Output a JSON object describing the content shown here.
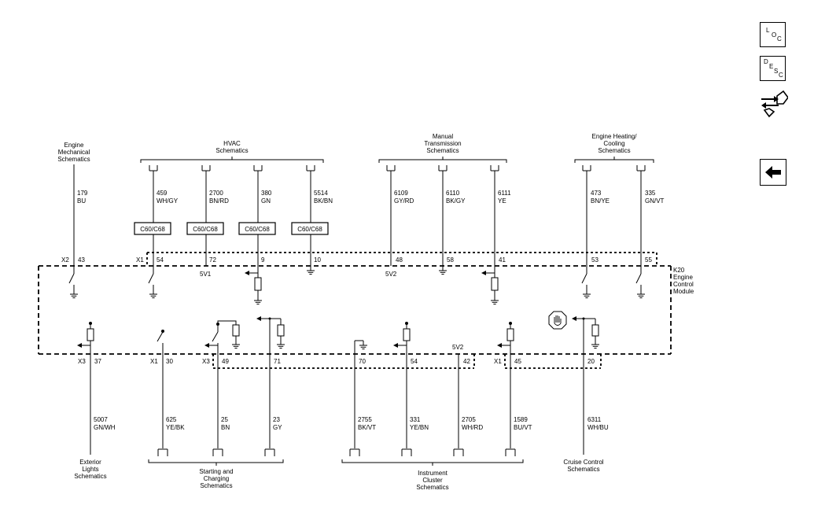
{
  "side_buttons": {
    "loc": [
      "L",
      "O",
      "C"
    ],
    "desc": [
      "D",
      "E",
      "S",
      "C"
    ]
  },
  "module": {
    "name_lines": [
      "K20",
      "Engine",
      "Control",
      "Module"
    ],
    "ref_5v1": "5V1",
    "ref_5v2_top": "5V2",
    "ref_5v2_bottom": "5V2"
  },
  "top_groups": {
    "engine_mech": [
      "Engine",
      "Mechanical",
      "Schematics"
    ],
    "hvac": [
      "HVAC",
      "Schematics"
    ],
    "manual_trans": [
      "Manual",
      "Transmission",
      "Schematics"
    ],
    "engine_heating": [
      "Engine Heating/",
      "Cooling",
      "Schematics"
    ]
  },
  "bottom_groups": {
    "exterior_lights": [
      "Exterior",
      "Lights",
      "Schematics"
    ],
    "starting_charging": [
      "Starting and",
      "Charging",
      "Schematics"
    ],
    "instrument_cluster": [
      "Instrument",
      "Cluster",
      "Schematics"
    ],
    "cruise_control": [
      "Cruise Control",
      "Schematics"
    ]
  },
  "top_connectors": {
    "x2": "X2",
    "x1": "X1"
  },
  "top_wires": [
    {
      "circuit": "179",
      "color": "BU",
      "pin": "43"
    },
    {
      "circuit": "459",
      "color": "WH/GY",
      "pin": "54",
      "inline": "C60/C68"
    },
    {
      "circuit": "2700",
      "color": "BN/RD",
      "pin": "72",
      "inline": "C60/C68"
    },
    {
      "circuit": "380",
      "color": "GN",
      "pin": "9",
      "inline": "C60/C68"
    },
    {
      "circuit": "5514",
      "color": "BK/BN",
      "pin": "10",
      "inline": "C60/C68"
    },
    {
      "circuit": "6109",
      "color": "GY/RD",
      "pin": "48"
    },
    {
      "circuit": "6110",
      "color": "BK/GY",
      "pin": "58"
    },
    {
      "circuit": "6111",
      "color": "YE",
      "pin": "41"
    },
    {
      "circuit": "473",
      "color": "BN/YE",
      "pin": "53"
    },
    {
      "circuit": "335",
      "color": "GN/VT",
      "pin": "55"
    }
  ],
  "bottom_wires": [
    {
      "connector": "X3",
      "pin": "37",
      "circuit": "5007",
      "color": "GN/WH"
    },
    {
      "connector": "X1",
      "pin": "30",
      "circuit": "625",
      "color": "YE/BK"
    },
    {
      "connector": "X3",
      "pin": "49",
      "circuit": "25",
      "color": "BN"
    },
    {
      "connector": "",
      "pin": "71",
      "circuit": "23",
      "color": "GY"
    },
    {
      "connector": "",
      "pin": "70",
      "circuit": "2755",
      "color": "BK/VT"
    },
    {
      "connector": "",
      "pin": "54",
      "circuit": "331",
      "color": "YE/BN"
    },
    {
      "connector": "",
      "pin": "42",
      "circuit": "2705",
      "color": "WH/RD"
    },
    {
      "connector": "X1",
      "pin": "45",
      "circuit": "1589",
      "color": "BU/VT"
    },
    {
      "connector": "",
      "pin": "20",
      "circuit": "6311",
      "color": "WH/BU"
    }
  ]
}
